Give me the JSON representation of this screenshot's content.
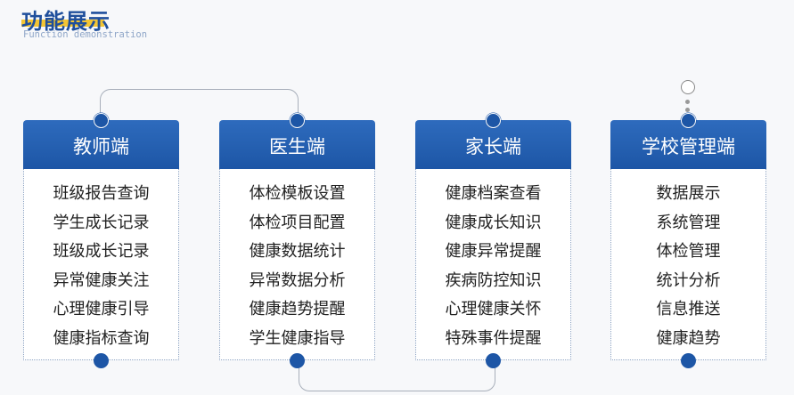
{
  "header": {
    "title": "功能展示",
    "subtitle": "Function demonstration"
  },
  "cards": [
    {
      "title": "教师端",
      "items": [
        "班级报告查询",
        "学生成长记录",
        "班级成长记录",
        "异常健康关注",
        "心理健康引导",
        "健康指标查询"
      ]
    },
    {
      "title": "医生端",
      "items": [
        "体检模板设置",
        "体检项目配置",
        "健康数据统计",
        "异常数据分析",
        "健康趋势提醒",
        "学生健康指导"
      ]
    },
    {
      "title": "家长端",
      "items": [
        "健康档案查看",
        "健康成长知识",
        "健康异常提醒",
        "疾病防控知识",
        "心理健康关怀",
        "特殊事件提醒"
      ]
    },
    {
      "title": "学校管理端",
      "items": [
        "数据展示",
        "系统管理",
        "体检管理",
        "统计分析",
        "信息推送",
        "健康趋势"
      ]
    }
  ],
  "colors": {
    "accent": "#1d56a6",
    "highlight": "#f3c534"
  }
}
